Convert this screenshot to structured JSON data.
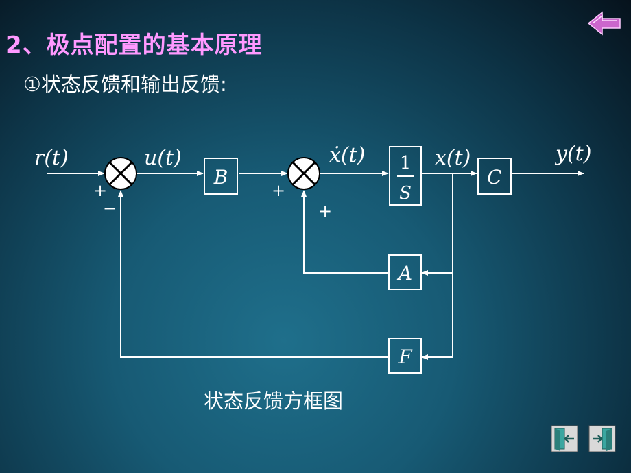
{
  "slide": {
    "title": "2、极点配置的基本原理",
    "subtitle": "①状态反馈和输出反馈:",
    "caption": "状态反馈方框图"
  },
  "diagram": {
    "signals": {
      "input": "r(t)",
      "control": "u(t)",
      "state_derivative": "ẋ(t)",
      "state": "x(t)",
      "output": "y(t)"
    },
    "blocks": {
      "B": "B",
      "integrator_num": "1",
      "integrator_den": "S",
      "C": "C",
      "A": "A",
      "F": "F"
    },
    "signs": {
      "sum1_plus": "+",
      "sum1_minus": "−",
      "sum2_plus_left": "+",
      "sum2_plus_bottom": "+"
    }
  },
  "nav": {
    "back_icon": "back-arrow-icon",
    "prev_icon": "door-enter-icon",
    "next_icon": "door-exit-icon",
    "accent_color": "#ff99ff"
  }
}
